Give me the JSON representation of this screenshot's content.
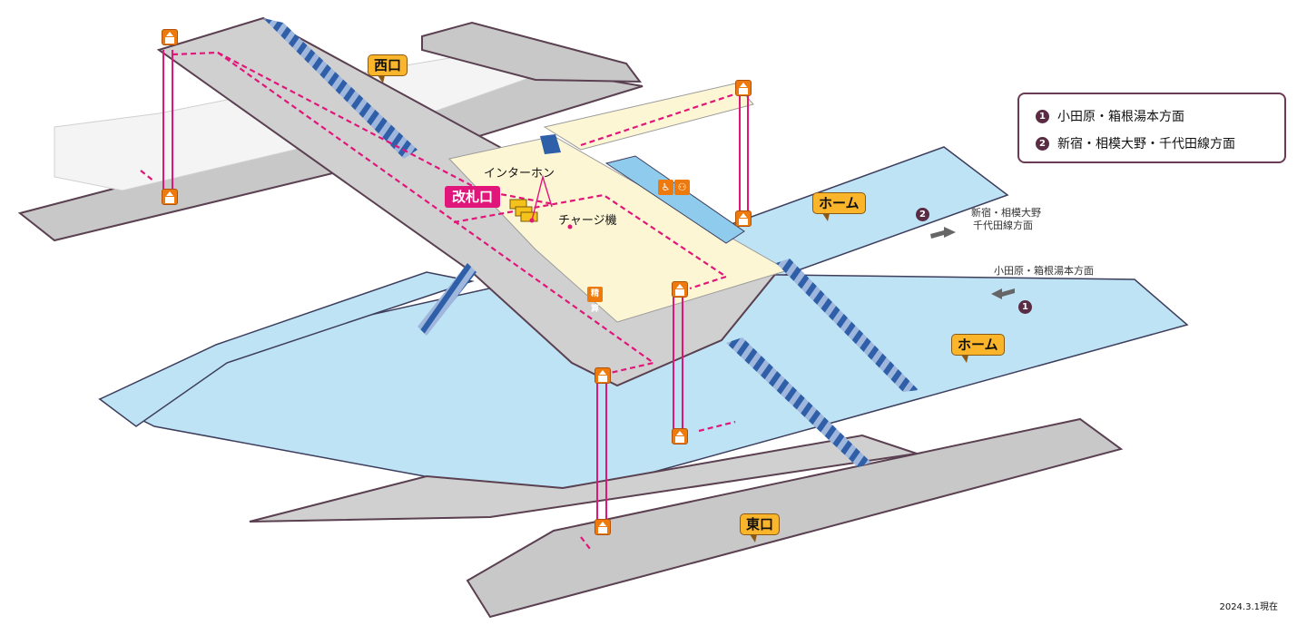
{
  "labels": {
    "west_exit": "西口",
    "east_exit": "東口",
    "platform_upper": "ホーム",
    "platform_lower": "ホーム",
    "ticket_gate": "改札口",
    "intercom": "インターホン",
    "charge_machine": "チャージ機",
    "dir_shinjuku_line1": "新宿・相模大野",
    "dir_shinjuku_line2": "千代田線方面",
    "dir_odawara": "小田原・箱根湯本方面"
  },
  "legend": {
    "items": [
      {
        "num": "1",
        "text": "小田原・箱根湯本方面"
      },
      {
        "num": "2",
        "text": "新宿・相模大野・千代田線方面"
      }
    ]
  },
  "markers": {
    "one": "1",
    "two": "2"
  },
  "ticket_machine_text": "精算",
  "timestamp": "2024.3.1現在",
  "colors": {
    "walkway": "#c8c8c8",
    "walkway_edge": "#5a4050",
    "platform": "#bde3f5",
    "concourse": "#fdf6d4",
    "stairs": "#2f5fa8",
    "route": "#e0167a",
    "callout": "#fbb52a",
    "elevator": "#ee7a0e",
    "legend_border": "#6b3b55"
  },
  "icons": [
    "elevator-icon",
    "wheelchair-icon",
    "restroom-icon",
    "fare-adjustment-icon"
  ]
}
